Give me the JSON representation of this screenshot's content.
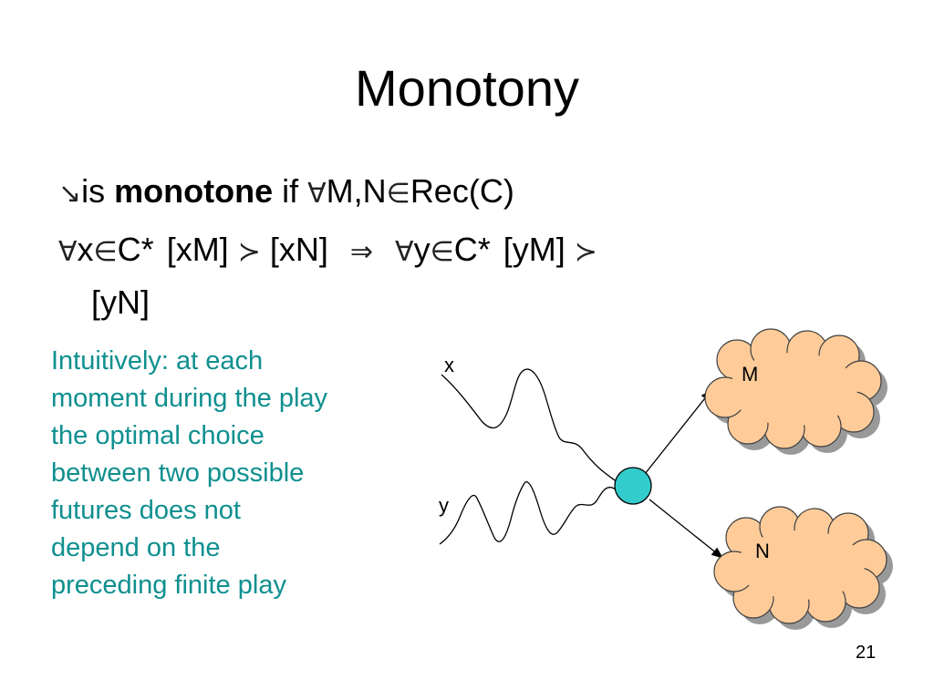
{
  "slide": {
    "title": "Monotony",
    "line1": {
      "lead_glyph": "↘",
      "text_is": "is ",
      "bold": "monotone",
      "text_if": " if ",
      "forall": "∀",
      "text_mn": "M,N",
      "in": "∈",
      "text_rec": "Rec(C)"
    },
    "line2": {
      "forall1": "∀",
      "text_x": "x",
      "in1": "∈",
      "text_c1": "C*",
      "text_xm": "[xM]",
      "pref": "≻",
      "text_xn": "[xN]",
      "implies": "⇒",
      "forall2": "∀",
      "text_y": "y",
      "in2": "∈",
      "text_c2": "C*",
      "text_ym": "[yM]",
      "pref2": "≻"
    },
    "line3": {
      "text": "[yN]"
    },
    "intuition": [
      "Intuitively: at each",
      "moment during the play",
      "the optimal choice",
      "between two possible",
      "futures does not",
      "depend on the",
      "preceding finite play"
    ],
    "diagram": {
      "label_x": "x",
      "label_y": "y",
      "label_m": "M",
      "label_n": "N",
      "node_color": "#33cccc",
      "cloud_color": "#ffcc99",
      "shadow_color": "#999999"
    },
    "page_number": "21"
  }
}
